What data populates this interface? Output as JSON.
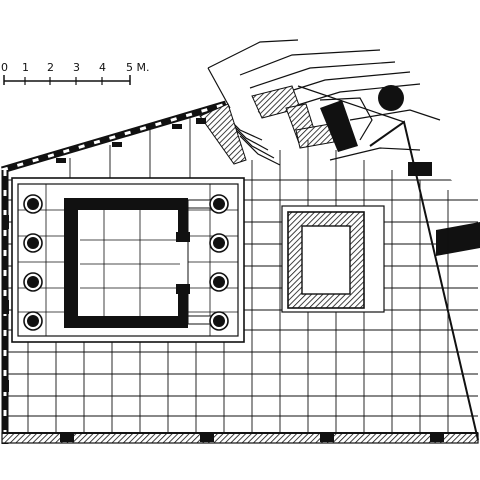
{
  "scale_bar": {
    "ticks": [
      "0",
      "1",
      "2",
      "3",
      "4"
    ],
    "end_label": "5 M."
  },
  "colors": {
    "ink": "#111111",
    "paper": "#ffffff"
  }
}
